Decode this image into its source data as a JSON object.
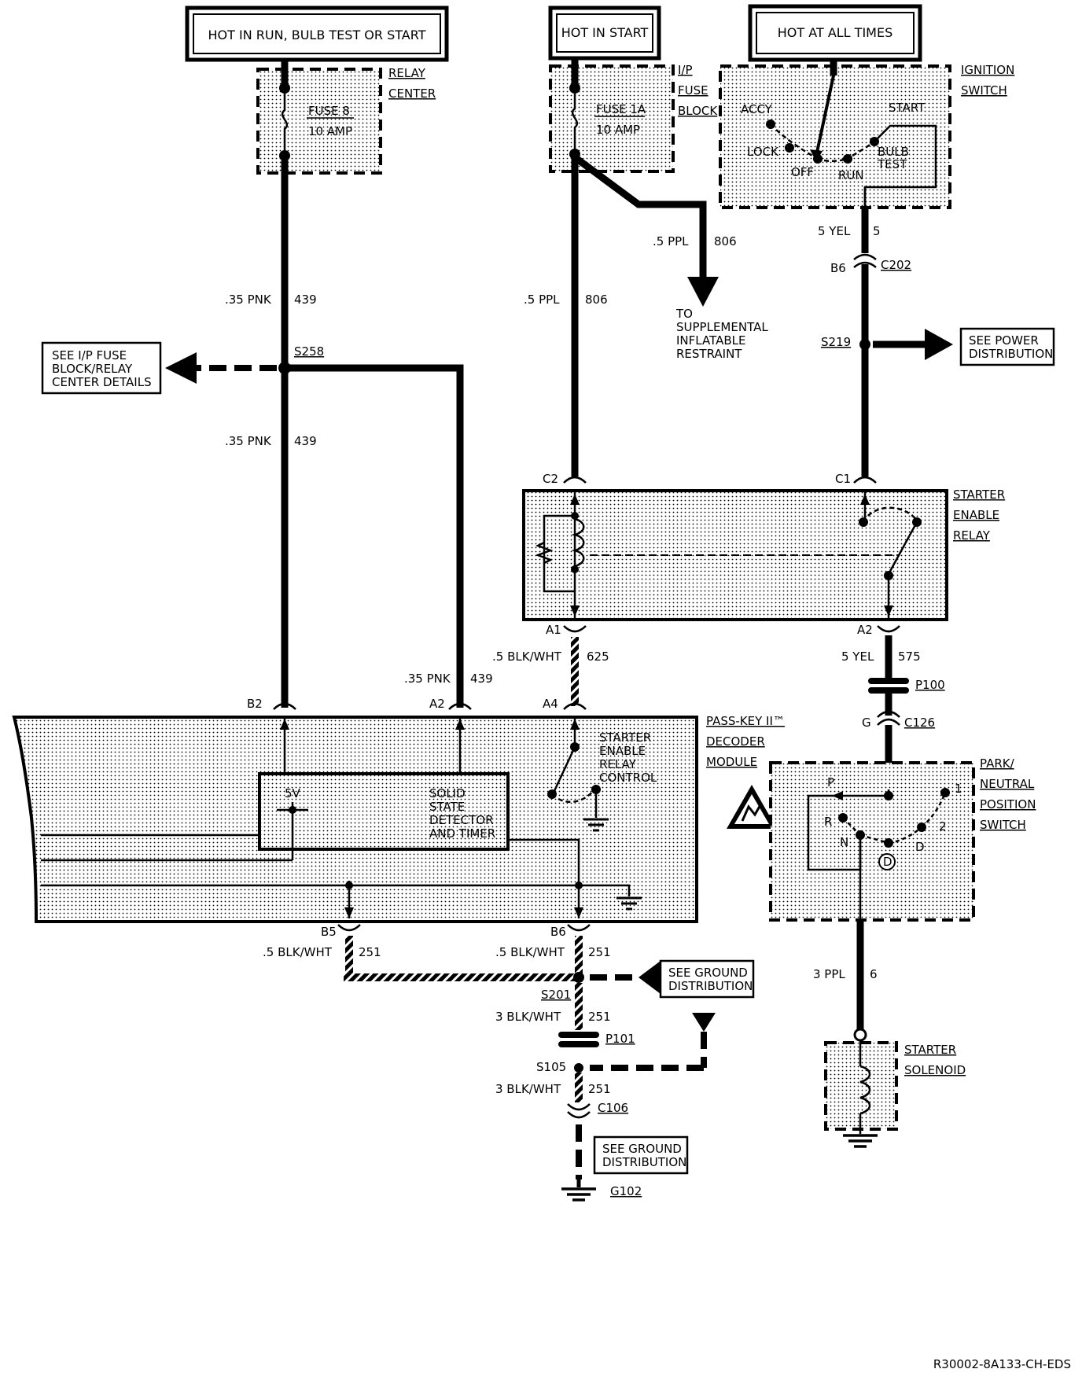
{
  "headers": {
    "run": "HOT IN RUN, BULB TEST OR START",
    "start": "HOT IN START",
    "all_times": "HOT AT ALL TIMES"
  },
  "relay_center": {
    "line1": "RELAY",
    "line2": "CENTER",
    "fuse_name": "FUSE 8",
    "fuse_rating": "10 AMP"
  },
  "ip_fuse_block": {
    "line1": "I/P",
    "line2": "FUSE",
    "line3": "BLOCK",
    "fuse_name": "FUSE 1A",
    "fuse_rating": "10 AMP"
  },
  "ignition_switch": {
    "line1": "IGNITION",
    "line2": "SWITCH",
    "positions": {
      "accy": "ACCY",
      "lock": "LOCK",
      "off": "OFF",
      "run": "RUN",
      "start": "START",
      "bulb1": "BULB",
      "bulb2": "TEST"
    }
  },
  "wires": {
    "w439_top": {
      "gauge": ".35 PNK",
      "circuit": "439"
    },
    "w439_mid": {
      "gauge": ".35 PNK",
      "circuit": "439"
    },
    "w439_a2": {
      "gauge": ".35 PNK",
      "circuit": "439"
    },
    "w806_branch": {
      "gauge": ".5 PPL",
      "circuit": "806"
    },
    "w806_main": {
      "gauge": ".5 PPL",
      "circuit": "806"
    },
    "w5_ign": {
      "gauge": "5 YEL",
      "circuit": "5"
    },
    "w625": {
      "gauge": ".5 BLK/WHT",
      "circuit": "625"
    },
    "w575": {
      "gauge": "5 YEL",
      "circuit": "575"
    },
    "w251_b5": {
      "gauge": ".5 BLK/WHT",
      "circuit": "251"
    },
    "w251_b6": {
      "gauge": ".5 BLK/WHT",
      "circuit": "251"
    },
    "w251_s201": {
      "gauge": "3 BLK/WHT",
      "circuit": "251"
    },
    "w251_s105": {
      "gauge": "3 BLK/WHT",
      "circuit": "251"
    },
    "w6": {
      "gauge": "3 PPL",
      "circuit": "6"
    }
  },
  "supplemental": {
    "line1": "TO",
    "line2": "SUPPLEMENTAL",
    "line3": "INFLATABLE",
    "line4": "RESTRAINT"
  },
  "refs": {
    "ip_fuse_details": {
      "line1": "SEE I/P FUSE",
      "line2": "BLOCK/RELAY",
      "line3": "CENTER DETAILS"
    },
    "power_distribution": {
      "line1": "SEE POWER",
      "line2": "DISTRIBUTION"
    },
    "ground_dist_1": {
      "line1": "SEE GROUND",
      "line2": "DISTRIBUTION"
    },
    "ground_dist_2": {
      "line1": "SEE GROUND",
      "line2": "DISTRIBUTION"
    }
  },
  "connectors": {
    "c202": "C202",
    "c202_pin": "B6",
    "s258": "S258",
    "s219": "S219",
    "c2": "C2",
    "c1": "C1",
    "a1": "A1",
    "a2_relay": "A2",
    "b2": "B2",
    "a2_module": "A2",
    "a4": "A4",
    "p100": "P100",
    "c126": "C126",
    "c126_pin": "G",
    "b5": "B5",
    "b6": "B6",
    "s201": "S201",
    "p101": "P101",
    "s105": "S105",
    "c106": "C106",
    "g102": "G102"
  },
  "starter_relay": {
    "line1": "STARTER",
    "line2": "ENABLE",
    "line3": "RELAY"
  },
  "module": {
    "line1": "PASS-KEY II™",
    "line2": "DECODER",
    "line3": "MODULE",
    "control1": "STARTER",
    "control2": "ENABLE",
    "control3": "RELAY",
    "control4": "CONTROL",
    "detector1": "SOLID",
    "detector2": "STATE",
    "detector3": "DETECTOR",
    "detector4": "AND TIMER",
    "voltage": "5V"
  },
  "pn_switch": {
    "line1": "PARK/",
    "line2": "NEUTRAL",
    "line3": "POSITION",
    "line4": "SWITCH",
    "p": "P",
    "r": "R",
    "n": "N",
    "d_circle": "D",
    "d": "D",
    "one": "1",
    "two": "2"
  },
  "solenoid": {
    "line1": "STARTER",
    "line2": "SOLENOID"
  },
  "footer": "R30002-8A133-CH-EDS"
}
